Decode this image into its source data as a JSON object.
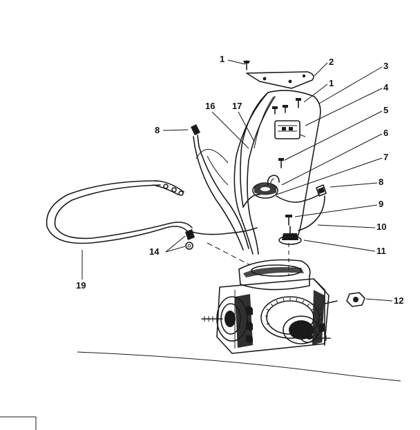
{
  "diagram": {
    "callouts": [
      {
        "id": "c1a",
        "label": "1"
      },
      {
        "id": "c2",
        "label": "2"
      },
      {
        "id": "c3",
        "label": "3"
      },
      {
        "id": "c1b",
        "label": "1"
      },
      {
        "id": "c4",
        "label": "4"
      },
      {
        "id": "c16",
        "label": "16"
      },
      {
        "id": "c17",
        "label": "17"
      },
      {
        "id": "c5",
        "label": "5"
      },
      {
        "id": "c8a",
        "label": "8"
      },
      {
        "id": "c6",
        "label": "6"
      },
      {
        "id": "c7",
        "label": "7"
      },
      {
        "id": "c8b",
        "label": "8"
      },
      {
        "id": "c9",
        "label": "9"
      },
      {
        "id": "c10",
        "label": "10"
      },
      {
        "id": "c14",
        "label": "14"
      },
      {
        "id": "c11",
        "label": "11"
      },
      {
        "id": "c19",
        "label": "19"
      },
      {
        "id": "c12",
        "label": "12"
      }
    ]
  }
}
